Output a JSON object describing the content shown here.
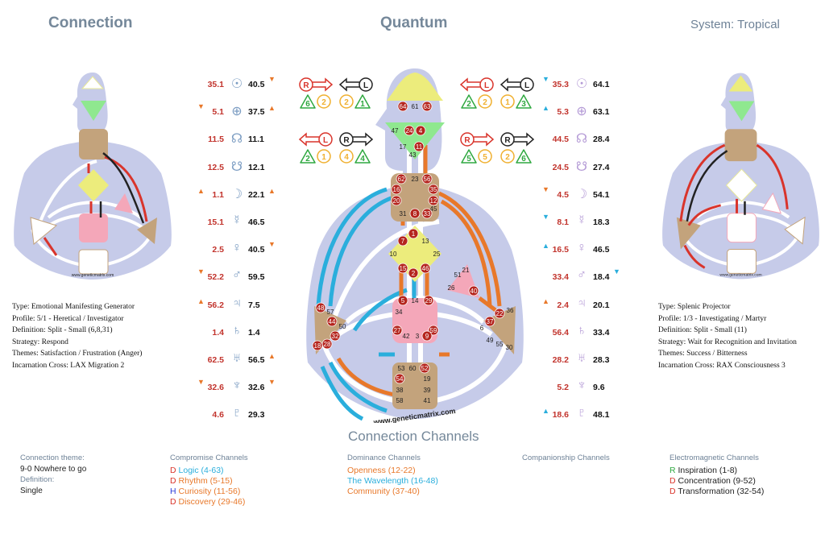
{
  "headers": {
    "left": "Connection",
    "center": "Quantum",
    "right": "System: Tropical"
  },
  "watermark": "www.geneticmatrix.com",
  "left_person": {
    "type": "Type: Emotional Manifesting Generator",
    "profile": "Profile: 5/1 - Heretical / Investigator",
    "definition": "Definition: Split - Small (6,8,31)",
    "strategy": "Strategy: Respond",
    "themes": "Themes: Satisfaction / Frustration (Anger)",
    "cross": "Incarnation Cross: LAX Migration 2"
  },
  "right_person": {
    "type": "Type: Splenic Projector",
    "profile": "Profile: 1/3 - Investigating / Martyr",
    "definition": "Definition: Split - Small (11)",
    "strategy": "Strategy: Wait for Recognition and Invitation",
    "themes": "Themes: Success / Bitterness",
    "cross": "Incarnation Cross: RAX Consciousness 3"
  },
  "planets_left": [
    {
      "icon": "sun-icon",
      "glyph": "☉",
      "design": "35.1",
      "personality": "40.5",
      "mark_l": "",
      "mark_r": "down"
    },
    {
      "icon": "earth-icon",
      "glyph": "⊕",
      "design": "5.1",
      "personality": "37.5",
      "mark_l": "down",
      "mark_r": "up"
    },
    {
      "icon": "north-node-icon",
      "glyph": "☊",
      "design": "11.5",
      "personality": "11.1",
      "mark_l": "",
      "mark_r": ""
    },
    {
      "icon": "south-node-icon",
      "glyph": "☋",
      "design": "12.5",
      "personality": "12.1",
      "mark_l": "",
      "mark_r": ""
    },
    {
      "icon": "moon-icon",
      "glyph": "☽",
      "design": "1.1",
      "personality": "22.1",
      "mark_l": "up",
      "mark_r": "up"
    },
    {
      "icon": "mercury-icon",
      "glyph": "☿",
      "design": "15.1",
      "personality": "46.5",
      "mark_l": "",
      "mark_r": ""
    },
    {
      "icon": "venus-icon",
      "glyph": "♀",
      "design": "2.5",
      "personality": "40.5",
      "mark_l": "",
      "mark_r": "down"
    },
    {
      "icon": "mars-icon",
      "glyph": "♂",
      "design": "52.2",
      "personality": "59.5",
      "mark_l": "down",
      "mark_r": ""
    },
    {
      "icon": "jupiter-icon",
      "glyph": "♃",
      "design": "56.2",
      "personality": "7.5",
      "mark_l": "up",
      "mark_r": ""
    },
    {
      "icon": "saturn-icon",
      "glyph": "♄",
      "design": "1.4",
      "personality": "1.4",
      "mark_l": "",
      "mark_r": ""
    },
    {
      "icon": "uranus-icon",
      "glyph": "♅",
      "design": "62.5",
      "personality": "56.5",
      "mark_l": "",
      "mark_r": "up"
    },
    {
      "icon": "neptune-icon",
      "glyph": "♆",
      "design": "32.6",
      "personality": "32.6",
      "mark_l": "down",
      "mark_r": "down"
    },
    {
      "icon": "pluto-icon",
      "glyph": "♇",
      "design": "4.6",
      "personality": "29.3",
      "mark_l": "",
      "mark_r": ""
    }
  ],
  "planets_right": [
    {
      "icon": "sun-icon",
      "glyph": "☉",
      "design": "35.3",
      "personality": "64.1",
      "mark_l": "down-blue",
      "mark_r": ""
    },
    {
      "icon": "earth-icon",
      "glyph": "⊕",
      "design": "5.3",
      "personality": "63.1",
      "mark_l": "up-blue",
      "mark_r": ""
    },
    {
      "icon": "north-node-icon",
      "glyph": "☊",
      "design": "44.5",
      "personality": "28.4",
      "mark_l": "",
      "mark_r": ""
    },
    {
      "icon": "south-node-icon",
      "glyph": "☋",
      "design": "24.5",
      "personality": "27.4",
      "mark_l": "",
      "mark_r": ""
    },
    {
      "icon": "moon-icon",
      "glyph": "☽",
      "design": "4.5",
      "personality": "54.1",
      "mark_l": "down",
      "mark_r": ""
    },
    {
      "icon": "mercury-icon",
      "glyph": "☿",
      "design": "8.1",
      "personality": "18.3",
      "mark_l": "down-blue",
      "mark_r": ""
    },
    {
      "icon": "venus-icon",
      "glyph": "♀",
      "design": "16.5",
      "personality": "46.5",
      "mark_l": "up-blue",
      "mark_r": ""
    },
    {
      "icon": "mars-icon",
      "glyph": "♂",
      "design": "33.4",
      "personality": "18.4",
      "mark_l": "",
      "mark_r": "down-blue"
    },
    {
      "icon": "jupiter-icon",
      "glyph": "♃",
      "design": "2.4",
      "personality": "20.1",
      "mark_l": "up",
      "mark_r": ""
    },
    {
      "icon": "saturn-icon",
      "glyph": "♄",
      "design": "56.4",
      "personality": "33.4",
      "mark_l": "",
      "mark_r": ""
    },
    {
      "icon": "uranus-icon",
      "glyph": "♅",
      "design": "28.2",
      "personality": "28.3",
      "mark_l": "",
      "mark_r": ""
    },
    {
      "icon": "neptune-icon",
      "glyph": "♆",
      "design": "5.2",
      "personality": "9.6",
      "mark_l": "",
      "mark_r": ""
    },
    {
      "icon": "pluto-icon",
      "glyph": "♇",
      "design": "18.6",
      "personality": "48.1",
      "mark_l": "up-blue",
      "mark_r": ""
    }
  ],
  "variables_left": {
    "row1": {
      "a": "R",
      "b": "L",
      "nums": [
        "6",
        "2",
        "2",
        "1"
      ]
    },
    "row2": {
      "a": "L",
      "b": "R",
      "nums": [
        "2",
        "1",
        "4",
        "4"
      ]
    }
  },
  "variables_right": {
    "row1": {
      "a": "L",
      "b": "L",
      "nums": [
        "2",
        "2",
        "1",
        "3"
      ]
    },
    "row2": {
      "a": "R",
      "b": "R",
      "nums": [
        "5",
        "5",
        "2",
        "6"
      ]
    }
  },
  "gates": {
    "head": [
      "64",
      "61",
      "63"
    ],
    "ajna": [
      "47",
      "24",
      "4",
      "17",
      "11",
      "43"
    ],
    "throat": [
      "62",
      "23",
      "56",
      "16",
      "35",
      "20",
      "12",
      "45",
      "31",
      "8",
      "33"
    ],
    "g": [
      "1",
      "7",
      "13",
      "10",
      "25",
      "15",
      "2",
      "46"
    ],
    "ego": [
      "21",
      "51",
      "26",
      "40"
    ],
    "sacral": [
      "5",
      "14",
      "29",
      "34",
      "27",
      "59",
      "42",
      "3",
      "9"
    ],
    "spleen": [
      "48",
      "57",
      "44",
      "50",
      "32",
      "28",
      "18"
    ],
    "solar": [
      "36",
      "22",
      "37",
      "6",
      "49",
      "55",
      "30"
    ],
    "root": [
      "53",
      "60",
      "52",
      "54",
      "19",
      "38",
      "39",
      "58",
      "41"
    ]
  },
  "connection_title": "Connection Channels",
  "connection_theme": {
    "label": "Connection theme:",
    "value": "9-0 Nowhere to go",
    "def_label": "Definition:",
    "def_value": "Single"
  },
  "compromise": {
    "heading": "Compromise Channels",
    "items": [
      {
        "prefix": "D",
        "name": "Logic (4-63)",
        "color": "#2aaedc"
      },
      {
        "prefix": "D",
        "name": "Rhythm (5-15)",
        "color": "#e8782a"
      },
      {
        "prefix": "H",
        "name": "Curiosity (11-56)",
        "color": "#e8782a"
      },
      {
        "prefix": "D",
        "name": "Discovery (29-46)",
        "color": "#e8782a"
      }
    ]
  },
  "dominance": {
    "heading": "Dominance Channels",
    "items": [
      {
        "name": "Openness (12-22)",
        "color": "#e8782a"
      },
      {
        "name": "The Wavelength (16-48)",
        "color": "#2aaedc"
      },
      {
        "name": "Community (37-40)",
        "color": "#e8782a"
      }
    ]
  },
  "companionship": {
    "heading": "Companionship Channels"
  },
  "electromagnetic": {
    "heading": "Electromagnetic Channels",
    "items": [
      {
        "prefix": "R",
        "name": "Inspiration (1-8)"
      },
      {
        "prefix": "D",
        "name": "Concentration (9-52)"
      },
      {
        "prefix": "D",
        "name": "Transformation (32-54)"
      }
    ]
  },
  "colors": {
    "title": "#75889a",
    "design": "#c2342d",
    "orange": "#e8782a",
    "blue": "#2aaedc",
    "body": "#c6cbe9"
  }
}
